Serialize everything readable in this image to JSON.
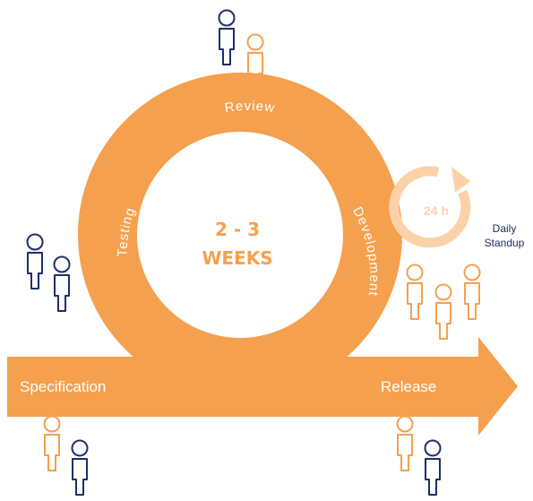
{
  "phases": {
    "review": "Review",
    "development": "Development",
    "testing": "Testing",
    "specification": "Specification",
    "release": "Release"
  },
  "cycle": {
    "duration_line1": "2 - 3",
    "duration_line2": "WEEKS"
  },
  "standup": {
    "badge": "24 h",
    "line1": "Daily",
    "line2": "Standup"
  },
  "colors": {
    "accent": "#f5a04f",
    "accent_light": "#fbd2a7",
    "navy": "#1f2d6b"
  }
}
